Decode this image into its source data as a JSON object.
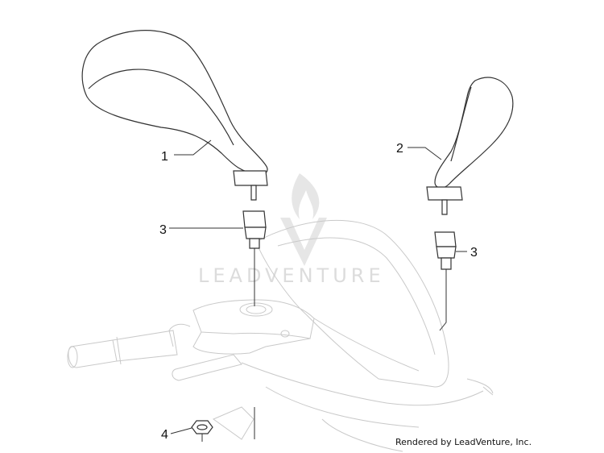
{
  "diagram": {
    "watermark_text": "LEADVENTURE",
    "credit": "Rendered by LeadVenture, Inc.",
    "callouts": [
      {
        "id": "1",
        "label": "1"
      },
      {
        "id": "2",
        "label": "2"
      },
      {
        "id": "3a",
        "label": "3"
      },
      {
        "id": "3b",
        "label": "3"
      },
      {
        "id": "4",
        "label": "4"
      }
    ],
    "colors": {
      "line": "#333333",
      "faint": "#c9c9c9",
      "watermark": "#dcdcdc"
    }
  }
}
